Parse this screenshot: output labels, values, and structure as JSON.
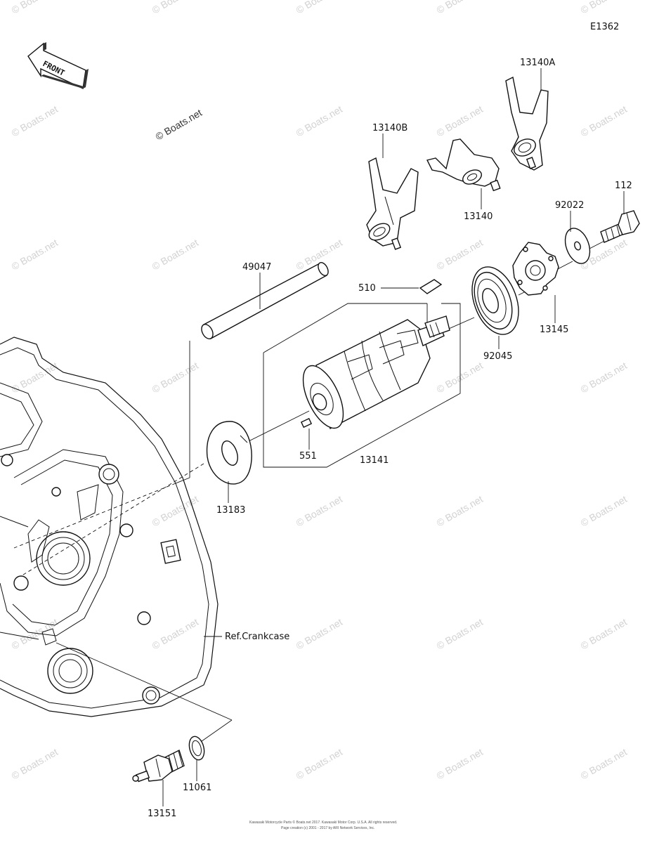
{
  "diagram": {
    "code": "E1362",
    "front_label": "FRONT",
    "copyright_mark": "© Boats.net",
    "watermark_text": "© Boats.net",
    "ref_label": "Ref.Crankcase",
    "parts": [
      {
        "id": "13140A"
      },
      {
        "id": "13140B"
      },
      {
        "id": "13140"
      },
      {
        "id": "112"
      },
      {
        "id": "92022"
      },
      {
        "id": "49047"
      },
      {
        "id": "510"
      },
      {
        "id": "92045"
      },
      {
        "id": "13145"
      },
      {
        "id": "551"
      },
      {
        "id": "13141"
      },
      {
        "id": "13183"
      },
      {
        "id": "11061"
      },
      {
        "id": "13151"
      }
    ],
    "footer_line1": "Kawasaki Motorcycle Parts © Boats.net 2017. Kawasaki Motor Corp. U.S.A. All rights reserved.",
    "footer_line2": "Page creation (c) 2001 - 2017 by ARI Network Services, Inc."
  },
  "colors": {
    "line": "#111111",
    "watermark": "#d2d2d2",
    "background": "#ffffff"
  }
}
